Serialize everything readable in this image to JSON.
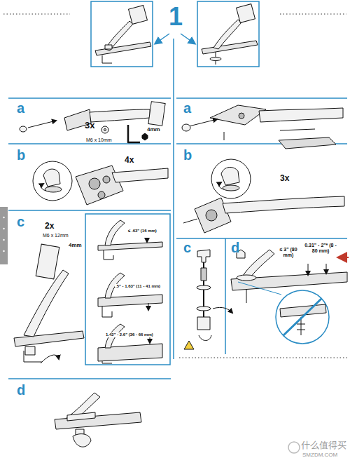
{
  "diagram": {
    "labels": [
      "1",
      "a",
      "3x",
      "M6 x 10mm",
      "4mm",
      "b",
      "4x",
      "c",
      "2x",
      "M6 x 12mm",
      "4mm",
      "≤ .63\" (16 mm)",
      ".5\" - 1.63\" (11 - 41 mm)",
      "1.42\" - 2.6\" (36 - 66 mm)",
      "d",
      "a",
      "b",
      "3x",
      "c",
      "d",
      "≤ 3\" (80 mm)",
      "0.31\" - 2\"* (8 - 80 mm)",
      "什么值得买",
      "SMZDM.COM"
    ]
  }
}
